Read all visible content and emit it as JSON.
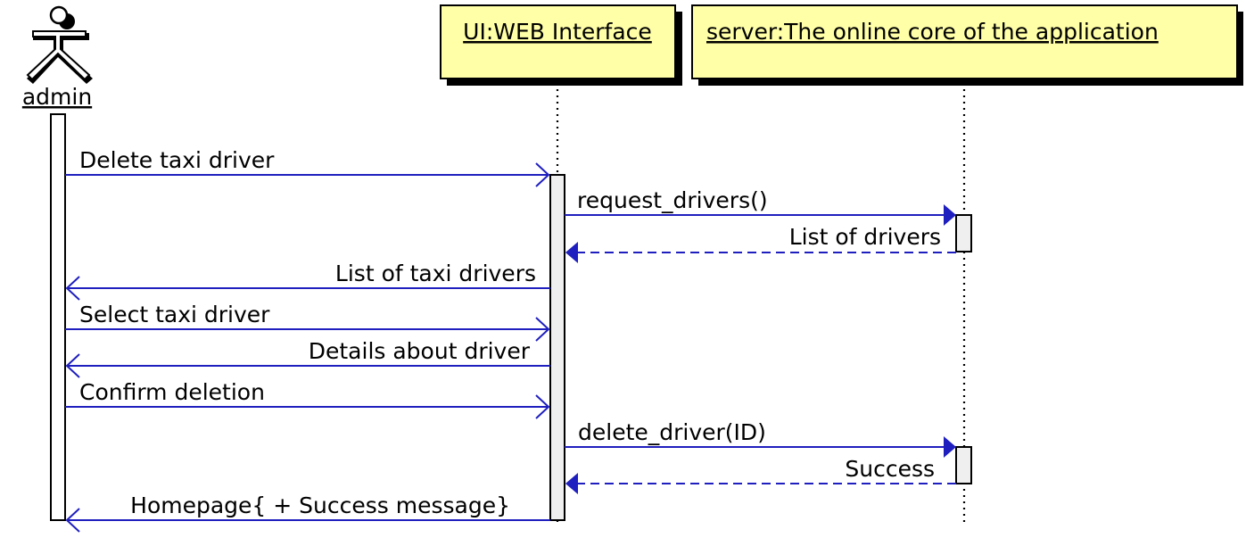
{
  "colors": {
    "arrow": "#1f1fbf",
    "participant_fill": "#ffffa8",
    "activation_fill": "#efefef",
    "stroke": "#000000"
  },
  "participants": {
    "actor": {
      "label": "admin",
      "icon": "stick-figure-actor-icon"
    },
    "ui": {
      "label": "UI:WEB Interface"
    },
    "server": {
      "label": "server:The online core of the application"
    }
  },
  "messages": [
    {
      "label": "Delete taxi driver",
      "from": "admin",
      "to": "ui",
      "kind": "async"
    },
    {
      "label": "request_drivers()",
      "from": "ui",
      "to": "server",
      "kind": "sync"
    },
    {
      "label": "List of drivers",
      "from": "server",
      "to": "ui",
      "kind": "return"
    },
    {
      "label": "List of taxi drivers",
      "from": "ui",
      "to": "admin",
      "kind": "async"
    },
    {
      "label": "Select taxi driver",
      "from": "admin",
      "to": "ui",
      "kind": "async"
    },
    {
      "label": "Details about driver",
      "from": "ui",
      "to": "admin",
      "kind": "async"
    },
    {
      "label": "Confirm deletion",
      "from": "admin",
      "to": "ui",
      "kind": "async"
    },
    {
      "label": "delete_driver(ID)",
      "from": "ui",
      "to": "server",
      "kind": "sync"
    },
    {
      "label": "Success",
      "from": "server",
      "to": "ui",
      "kind": "return"
    },
    {
      "label": "Homepage{ + Success message}",
      "from": "ui",
      "to": "admin",
      "kind": "async"
    }
  ]
}
